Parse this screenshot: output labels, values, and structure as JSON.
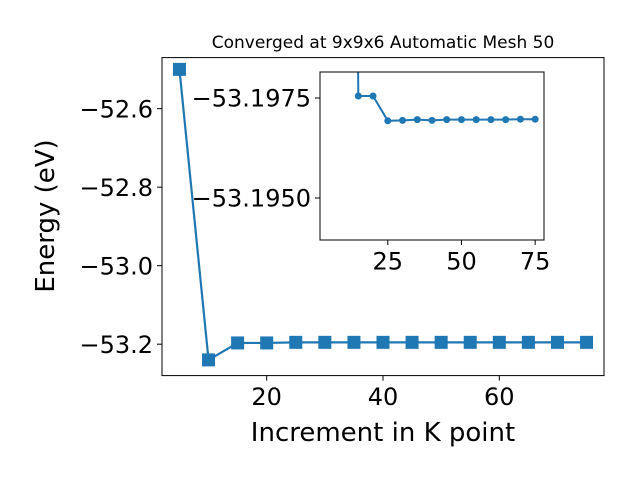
{
  "chart_data": [
    {
      "type": "line",
      "title": "Converged at 9x9x6 Automatic Mesh 50",
      "xlabel": "Increment in K point",
      "ylabel": "Energy (eV)",
      "xlim": [
        2,
        78
      ],
      "ylim": [
        -53.28,
        -52.47
      ],
      "xticks": [
        20,
        40,
        60
      ],
      "yticks": [
        -53.2,
        -53.0,
        -52.8,
        -52.6
      ],
      "xtick_labels": [
        "20",
        "40",
        "60"
      ],
      "ytick_labels": [
        "−53.2",
        "−53.0",
        "−52.8",
        "−52.6"
      ],
      "marker": "square",
      "grid": false,
      "series": [
        {
          "color": "#1f77b4",
          "x": [
            5,
            10,
            15,
            20,
            25,
            30,
            35,
            40,
            45,
            50,
            55,
            60,
            65,
            70,
            75
          ],
          "y": [
            -52.5,
            -53.24,
            -53.1968,
            -53.1968,
            -53.1953,
            -53.1953,
            -53.1953,
            -53.1953,
            -53.1953,
            -53.1953,
            -53.1953,
            -53.1953,
            -53.1953,
            -53.1953,
            -53.1953
          ]
        }
      ]
    },
    {
      "type": "line",
      "title": "",
      "xlabel": "",
      "ylabel": "",
      "xlim": [
        2,
        78
      ],
      "ylim": [
        -53.19395,
        -53.19815
      ],
      "xticks": [
        25,
        50,
        75
      ],
      "yticks": [
        -53.195,
        -53.1975
      ],
      "xtick_labels": [
        "25",
        "50",
        "75"
      ],
      "ytick_labels": [
        "−53.1950",
        "−53.1975"
      ],
      "marker": "circle",
      "grid": false,
      "series": [
        {
          "color": "#1f77b4",
          "x": [
            10,
            15,
            20,
            25,
            30,
            35,
            40,
            45,
            50,
            55,
            60,
            65,
            70,
            75
          ],
          "y": [
            -53.24,
            -53.19755,
            -53.19755,
            -53.19693,
            -53.19694,
            -53.19696,
            -53.19694,
            -53.19696,
            -53.19696,
            -53.19696,
            -53.19696,
            -53.19696,
            -53.19697,
            -53.19697
          ]
        }
      ]
    }
  ]
}
